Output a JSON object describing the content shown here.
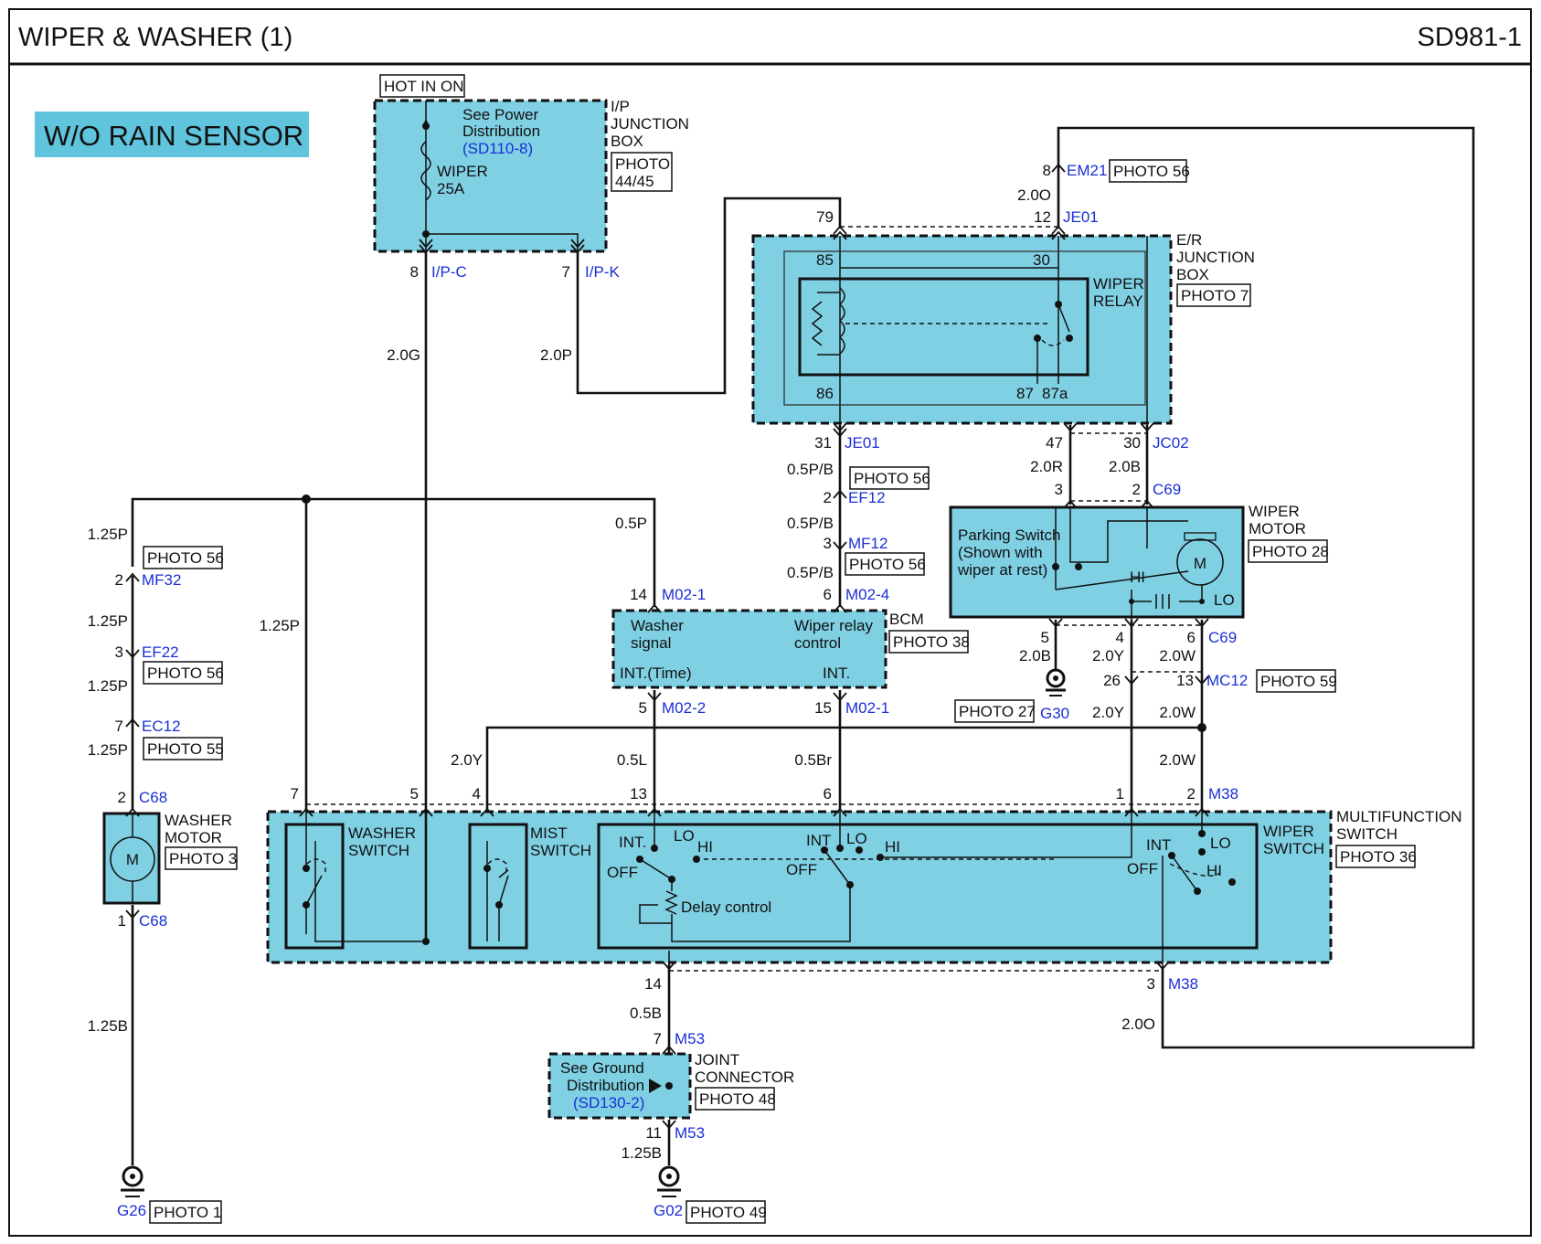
{
  "header": {
    "title": "WIPER & WASHER (1)",
    "code": "SD981-1"
  },
  "variant_label": "W/O RAIN SENSOR",
  "ipjb": {
    "hot": "HOT IN ON",
    "name": [
      "I/P",
      "JUNCTION",
      "BOX"
    ],
    "photo": [
      "PHOTO",
      "44/45"
    ],
    "see": [
      "See Power",
      "Distribution"
    ],
    "ref": "(SD110-8)",
    "fuse": [
      "WIPER",
      "25A"
    ]
  },
  "erjb": {
    "name": [
      "E/R",
      "JUNCTION",
      "BOX"
    ],
    "photo": "PHOTO 7",
    "relay": [
      "WIPER",
      "RELAY"
    ],
    "pins": [
      "85",
      "30",
      "86",
      "87",
      "87a"
    ]
  },
  "bcm": {
    "name": "BCM",
    "photo": "PHOTO 38",
    "left": [
      "Washer",
      "signal"
    ],
    "right": [
      "Wiper relay",
      "control"
    ],
    "int_time": "INT.(Time)",
    "int": "INT."
  },
  "wiper_motor": {
    "name": [
      "WIPER",
      "MOTOR"
    ],
    "photo": "PHOTO 28",
    "park": [
      "Parking Switch",
      "(Shown with",
      "wiper at rest)"
    ],
    "m": "M",
    "hi": "HI",
    "lo": "LO"
  },
  "washer_motor": {
    "name": [
      "WASHER",
      "MOTOR"
    ],
    "photo": "PHOTO 3",
    "m": "M"
  },
  "mfs": {
    "name": [
      "MULTIFUNCTION",
      "SWITCH"
    ],
    "photo": "PHOTO 36",
    "washer": [
      "WASHER",
      "SWITCH"
    ],
    "mist": [
      "MIST",
      "SWITCH"
    ],
    "wiper": [
      "WIPER",
      "SWITCH"
    ],
    "int": "INT.",
    "int2": "INT",
    "lo": "LO",
    "hi": "HI",
    "off": "OFF",
    "delay": "Delay control"
  },
  "joint": {
    "see": [
      "See Ground",
      "Distribution"
    ],
    "ref": "(SD130-2)",
    "name": [
      "JOINT",
      "CONNECTOR"
    ],
    "photo": "PHOTO 48"
  },
  "grounds": {
    "g26": "G26",
    "g26p": "PHOTO 1",
    "g02": "G02",
    "g02p": "PHOTO 49",
    "g30": "G30",
    "g30p": "PHOTO 27"
  },
  "connectors": {
    "ipc": "I/P-C",
    "ipk": "I/P-K",
    "em21": "EM21",
    "je01": "JE01",
    "jc02": "JC02",
    "c69": "C69",
    "ef12": "EF12",
    "mf12": "MF12",
    "m02_4": "M02-4",
    "m02_1": "M02-1",
    "m02_2": "M02-2",
    "mf32": "MF32",
    "ef22": "EF22",
    "ec12": "EC12",
    "c68": "C68",
    "mc12": "MC12",
    "m38": "M38",
    "m53": "M53"
  },
  "photos": {
    "p56": "PHOTO 56",
    "p55": "PHOTO 55",
    "p59": "PHOTO 59"
  },
  "pins": {
    "p8": "8",
    "p7": "7",
    "p79": "79",
    "p12": "12",
    "p31": "31",
    "p47": "47",
    "p30": "30",
    "p3": "3",
    "p2": "2",
    "p6": "6",
    "p14": "14",
    "p5": "5",
    "p15": "15",
    "p4": "4",
    "p26": "26",
    "p13": "13",
    "p1": "1",
    "p11": "11"
  },
  "wires": {
    "w20g": "2.0G",
    "w20p": "2.0P",
    "w20o": "2.0O",
    "w05pb": "0.5P/B",
    "w05p": "0.5P",
    "w125p": "1.25P",
    "w20r": "2.0R",
    "w20b": "2.0B",
    "w20y": "2.0Y",
    "w20w": "2.0W",
    "w05l": "0.5L",
    "w05br": "0.5Br",
    "w05b": "0.5B",
    "w125b": "1.25B"
  }
}
